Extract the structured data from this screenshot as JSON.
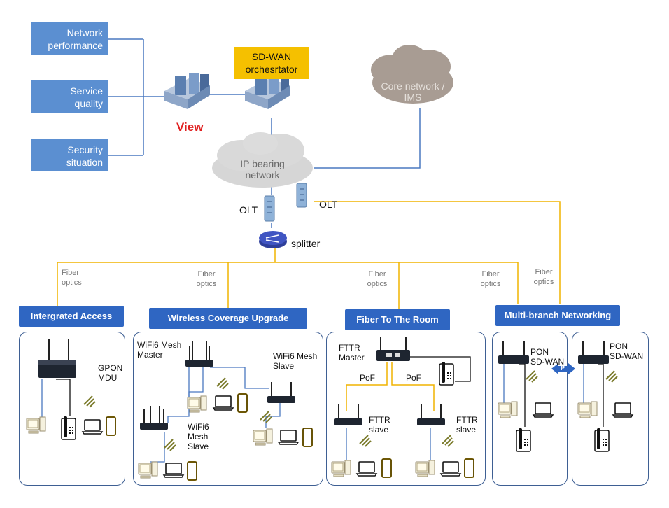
{
  "metrics": {
    "network_performance": [
      "Network",
      "performance"
    ],
    "service_quality": [
      "Service",
      "quality"
    ],
    "security_situation": [
      "Security",
      "situation"
    ]
  },
  "view_label": "View",
  "orchestrator": [
    "SD-WAN",
    "orchesrtator"
  ],
  "core_network": [
    "Core network /",
    "IMS"
  ],
  "ip_network": [
    "IP bearing",
    "network"
  ],
  "olt_left": "OLT",
  "olt_right": "OLT",
  "splitter": "splitter",
  "fiber_label": [
    "Fiber",
    "optics"
  ],
  "scenarios": {
    "integrated_access": "Intergrated Access",
    "wireless_upgrade": "Wireless Coverage Upgrade",
    "fttr": "Fiber To The Room",
    "multi_branch": "Multi-branch Networking"
  },
  "devices": {
    "gpon_mdu": [
      "GPON",
      "MDU"
    ],
    "mesh_master": [
      "WiFi6 Mesh",
      "Master"
    ],
    "mesh_slave_right": [
      "WiFi6 Mesh",
      "Slave"
    ],
    "mesh_slave_left": [
      "WiFi6",
      "Mesh",
      "Slave"
    ],
    "fttr_master": [
      "FTTR",
      "Master"
    ],
    "poe_left": "PoF",
    "poe_right": "PoF",
    "fttr_slave_left": [
      "FTTR",
      "slave"
    ],
    "fttr_slave_right": [
      "FTTR",
      "slave"
    ],
    "pon_left": [
      "PON",
      "SD-WAN"
    ],
    "pon_right": [
      "PON",
      "SD-WAN"
    ],
    "p_link": "P"
  },
  "colors": {
    "metric_box": "#5b8fd1",
    "header": "#2f66c2",
    "orchestrator_box": "#f5c000",
    "fiber_line": "#f0b400",
    "link_line": "#4a78c0",
    "view_text": "#e02020"
  }
}
